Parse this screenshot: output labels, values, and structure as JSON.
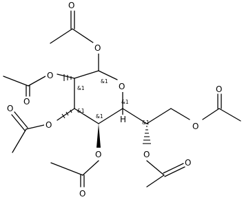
{
  "atoms": {
    "ring_oxygen": "O",
    "hydrogen_c5": "H",
    "o_c1": "O",
    "o_c1_carbonyl": "O",
    "o_c2": "O",
    "o_c2_carbonyl": "O",
    "o_c3": "O",
    "o_c3_carbonyl": "O",
    "o_c4": "O",
    "o_c4_carbonyl": "O",
    "o_c6": "O",
    "o_c6_carbonyl": "O",
    "o_c7": "O",
    "o_c7_carbonyl": "O"
  },
  "stereo_labels": {
    "c1": "&1",
    "c2": "&1",
    "c3": "&1",
    "c4": "&1",
    "c5": "&1",
    "c6": "&1"
  }
}
